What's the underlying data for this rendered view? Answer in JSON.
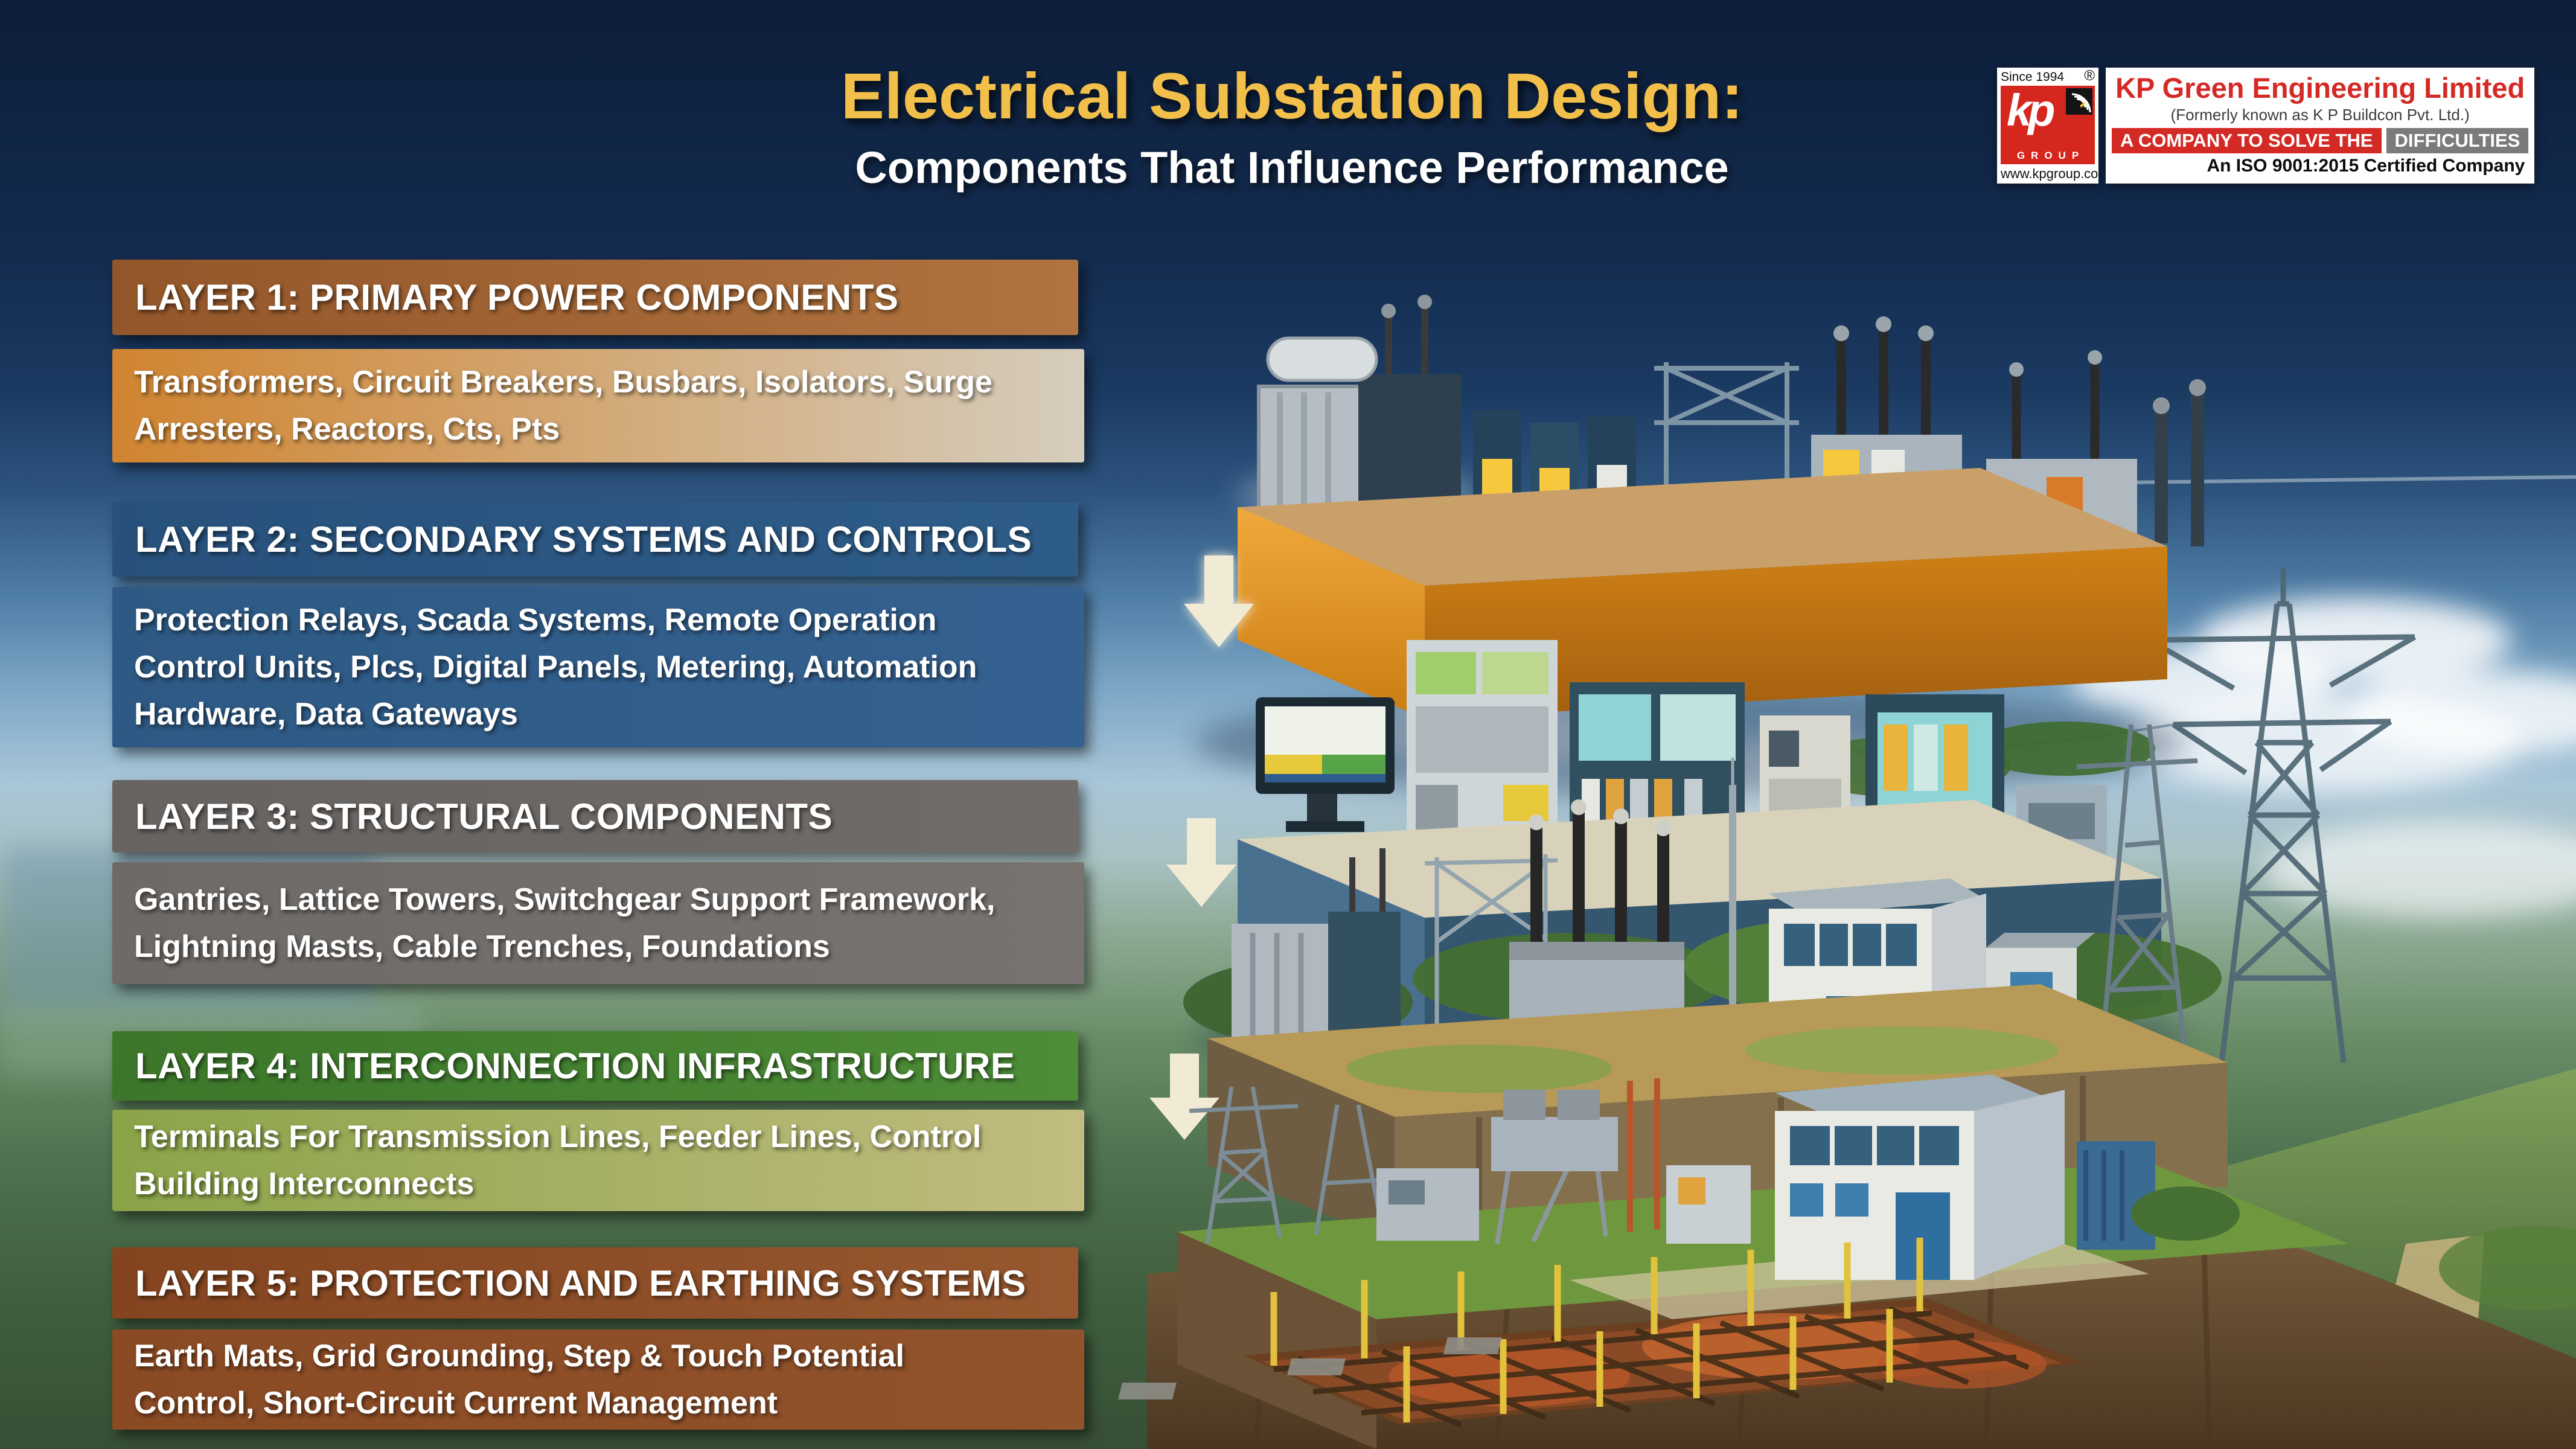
{
  "title": {
    "main": "Electrical Substation Design:",
    "subtitle": "Components That Influence Performance"
  },
  "logo": {
    "since": "Since 1994",
    "registered": "®",
    "mark": "kp",
    "group_label": "GROUP",
    "website": "www.kpgroup.co",
    "company": "KP Green Engineering Limited",
    "formerly": "(Formerly known as K P Buildcon Pvt. Ltd.)",
    "tagline_red": "A COMPANY TO SOLVE THE",
    "tagline_gray": "DIFFICULTIES",
    "iso": "An ISO 9001:2015 Certified Company",
    "brand_red": "#d42a26",
    "brand_gray": "#7b7b7b"
  },
  "layers": [
    {
      "header": "LAYER 1: PRIMARY POWER COMPONENTS",
      "body_lines": [
        "Transformers, Circuit Breakers, Busbars, Isolators, Surge",
        "Arresters, Reactors, Cts, Pts"
      ],
      "colors": {
        "header": [
          "#93562a",
          "#b17440"
        ],
        "body": [
          "#d08430",
          "#d5cdbd"
        ]
      }
    },
    {
      "header": "LAYER 2: SECONDARY SYSTEMS AND CONTROLS",
      "body_lines": [
        "Protection Relays, Scada Systems, Remote Operation",
        "Control Units, Plcs, Digital Panels, Metering, Automation",
        "Hardware, Data Gateways"
      ],
      "colors": {
        "header": [
          "#27517b",
          "#2e5c89"
        ],
        "body": [
          "#2d5984",
          "#356190"
        ]
      }
    },
    {
      "header": "LAYER 3: STRUCTURAL COMPONENTS",
      "body_lines": [
        "Gantries, Lattice Towers, Switchgear Support Framework,",
        "Lightning Masts, Cable Trenches, Foundations"
      ],
      "colors": {
        "header": [
          "#676361",
          "#716c68"
        ],
        "body": [
          "#6e6a67",
          "#787370"
        ]
      }
    },
    {
      "header": "LAYER 4: INTERCONNECTION INFRASTRUCTURE",
      "body_lines": [
        "Terminals For Transmission Lines, Feeder Lines, Control",
        "Building Interconnects"
      ],
      "colors": {
        "header": [
          "#3c762a",
          "#4d8d38"
        ],
        "body": [
          "#8aa448",
          "#c2bc80"
        ]
      }
    },
    {
      "header": "LAYER 5: PROTECTION AND EARTHING SYSTEMS",
      "body_lines": [
        "Earth Mats, Grid Grounding, Step & Touch Potential",
        "Control, Short-Circuit Current Management"
      ],
      "colors": {
        "header": [
          "#84441f",
          "#975830"
        ],
        "body": [
          "#8a4a24",
          "#91532c"
        ]
      }
    }
  ],
  "accent_colors": {
    "title_yellow": "#f2c04a",
    "arrow_cream": "#f1ebd6",
    "platform1_orange": "#d88f1e",
    "platform2_blue": "#4a7090",
    "platform3_stone": "#85704e",
    "ground_green": "#6f973e",
    "earth_brown": "#6b5236",
    "earthing_rust": "#b85628",
    "earthing_rod_yellow": "#e2c23c"
  }
}
